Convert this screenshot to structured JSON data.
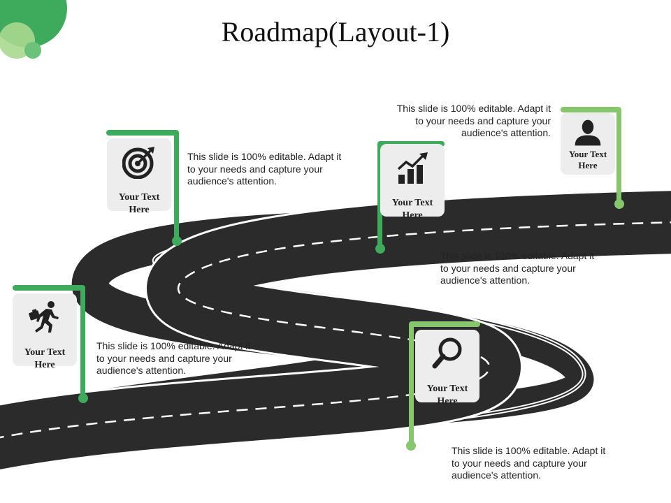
{
  "title": "Roadmap(Layout-1)",
  "colors": {
    "green_dark": "#3daa5c",
    "green_light": "#86c76e",
    "road": "#2b2b2b",
    "card_bg": "#ededed"
  },
  "milestones": [
    {
      "icon": "running-man-icon",
      "label_line1": "Your Text",
      "label_line2": "Here",
      "description": "This slide is 100% editable. Adapt it to your needs and capture your audience's attention."
    },
    {
      "icon": "target-icon",
      "label_line1": "Your Text",
      "label_line2": "Here",
      "description": "This slide is 100% editable. Adapt it to your needs and capture your audience's attention."
    },
    {
      "icon": "magnifier-icon",
      "label_line1": "Your Text",
      "label_line2": "Here",
      "description": "This slide is 100% editable. Adapt it to your needs and capture your audience's attention."
    },
    {
      "icon": "growth-chart-icon",
      "label_line1": "Your Text",
      "label_line2": "Here",
      "description": "This slide is 100% editable. Adapt it to your needs and capture your audience's attention."
    },
    {
      "icon": "user-icon",
      "label_line1": "Your Text",
      "label_line2": "Here",
      "description": "This slide is 100% editable. Adapt it to your needs and capture your audience's attention."
    }
  ]
}
